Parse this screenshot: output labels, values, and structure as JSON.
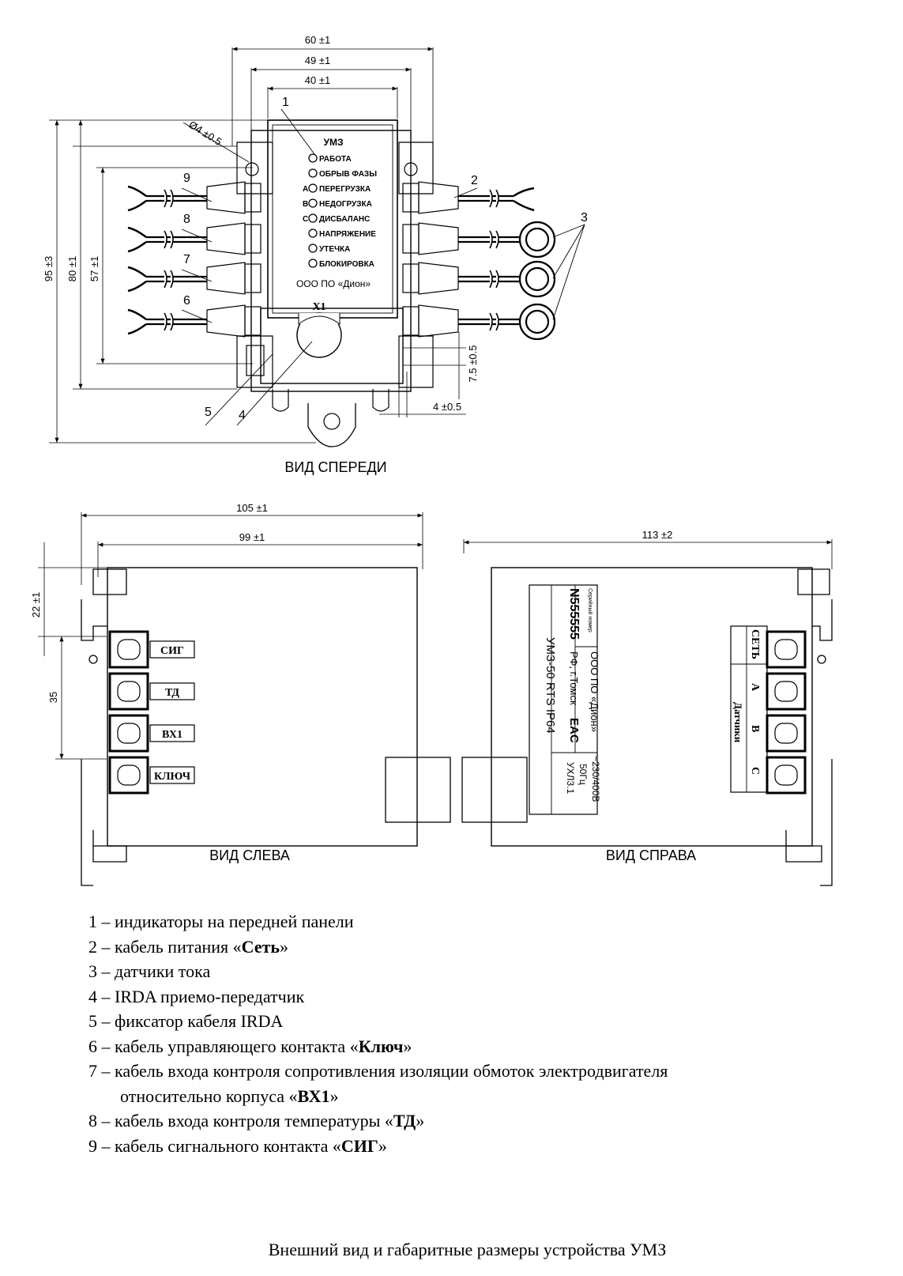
{
  "front_view": {
    "title": "ВИД СПЕРЕДИ",
    "dims": {
      "width_outer": "60  ±1",
      "width_mid": "49  ±1",
      "width_inner": "40  ±1",
      "hole": "Ø4 ±0.5",
      "height_total": "95  ±3",
      "height_body": "80  ±1",
      "height_cables": "57  ±1",
      "offset_v": "7.5 ±0.5",
      "offset_h": "4 ±0.5"
    },
    "panel": {
      "device": "УМЗ",
      "indicators": [
        "РАБОТА",
        "ОБРЫВ ФАЗЫ",
        "ПЕРЕГРУЗКА",
        "НЕДОГРУЗКА",
        "ДИСБАЛАНС",
        "НАПРЯЖЕНИЕ",
        "УТЕЧКА",
        "БЛОКИРОВКА"
      ],
      "phase_marks": [
        "A",
        "B",
        "C"
      ],
      "maker": "ООО ПО «Дион»",
      "port": "X1"
    },
    "callouts": [
      "1",
      "2",
      "3",
      "4",
      "5",
      "6",
      "7",
      "8",
      "9"
    ]
  },
  "left_view": {
    "title": "ВИД СЛЕВА",
    "dims": {
      "length_outer": "105  ±1",
      "length_inner": "99  ±1",
      "top_offset": "22  ±1",
      "pitch": "35"
    },
    "terminals": [
      "СИГ",
      "ТД",
      "ВХ1",
      "КЛЮЧ"
    ]
  },
  "right_view": {
    "title": "ВИД СПРАВА",
    "dims": {
      "length": "113  ±2"
    },
    "label_plate": {
      "serial_caption": "Серийный номер",
      "serial": "N555555",
      "maker": "ООО ПО «Дион»",
      "city": "РФ, г.Томск",
      "cert_mark": "EAC",
      "model": "УМЗ-50 RTS IP64",
      "supply": "~230/400В",
      "frequency": "50Гц",
      "climate": "УХЛ3.1"
    },
    "terminal_block": {
      "net": "СЕТЬ",
      "phases": [
        "A",
        "B",
        "C"
      ],
      "sensors": "Датчики"
    }
  },
  "legend": [
    {
      "num": "1",
      "text": "индикаторы на передней панели",
      "key": ""
    },
    {
      "num": "2",
      "text": "кабель питания «",
      "key": "Сеть",
      "tail": "»"
    },
    {
      "num": "3",
      "text": "датчики тока",
      "key": ""
    },
    {
      "num": "4",
      "text": "IRDA приемо-передатчик",
      "key": ""
    },
    {
      "num": "5",
      "text": "фиксатор кабеля IRDA",
      "key": ""
    },
    {
      "num": "6",
      "text": "кабель управляющего контакта «",
      "key": "Ключ",
      "tail": "»"
    },
    {
      "num": "7",
      "text": "кабель входа контроля сопротивления изоляции обмоток электродвигателя",
      "key": "",
      "cont": "относительно корпуса «",
      "cont_key": "ВХ1",
      "cont_tail": "»"
    },
    {
      "num": "8",
      "text": "кабель входа контроля температуры «",
      "key": "ТД",
      "tail": "»"
    },
    {
      "num": "9",
      "text": "кабель сигнального контакта «",
      "key": "СИГ",
      "tail": "»"
    }
  ],
  "caption": "Внешний вид и габаритные размеры устройства УМЗ"
}
